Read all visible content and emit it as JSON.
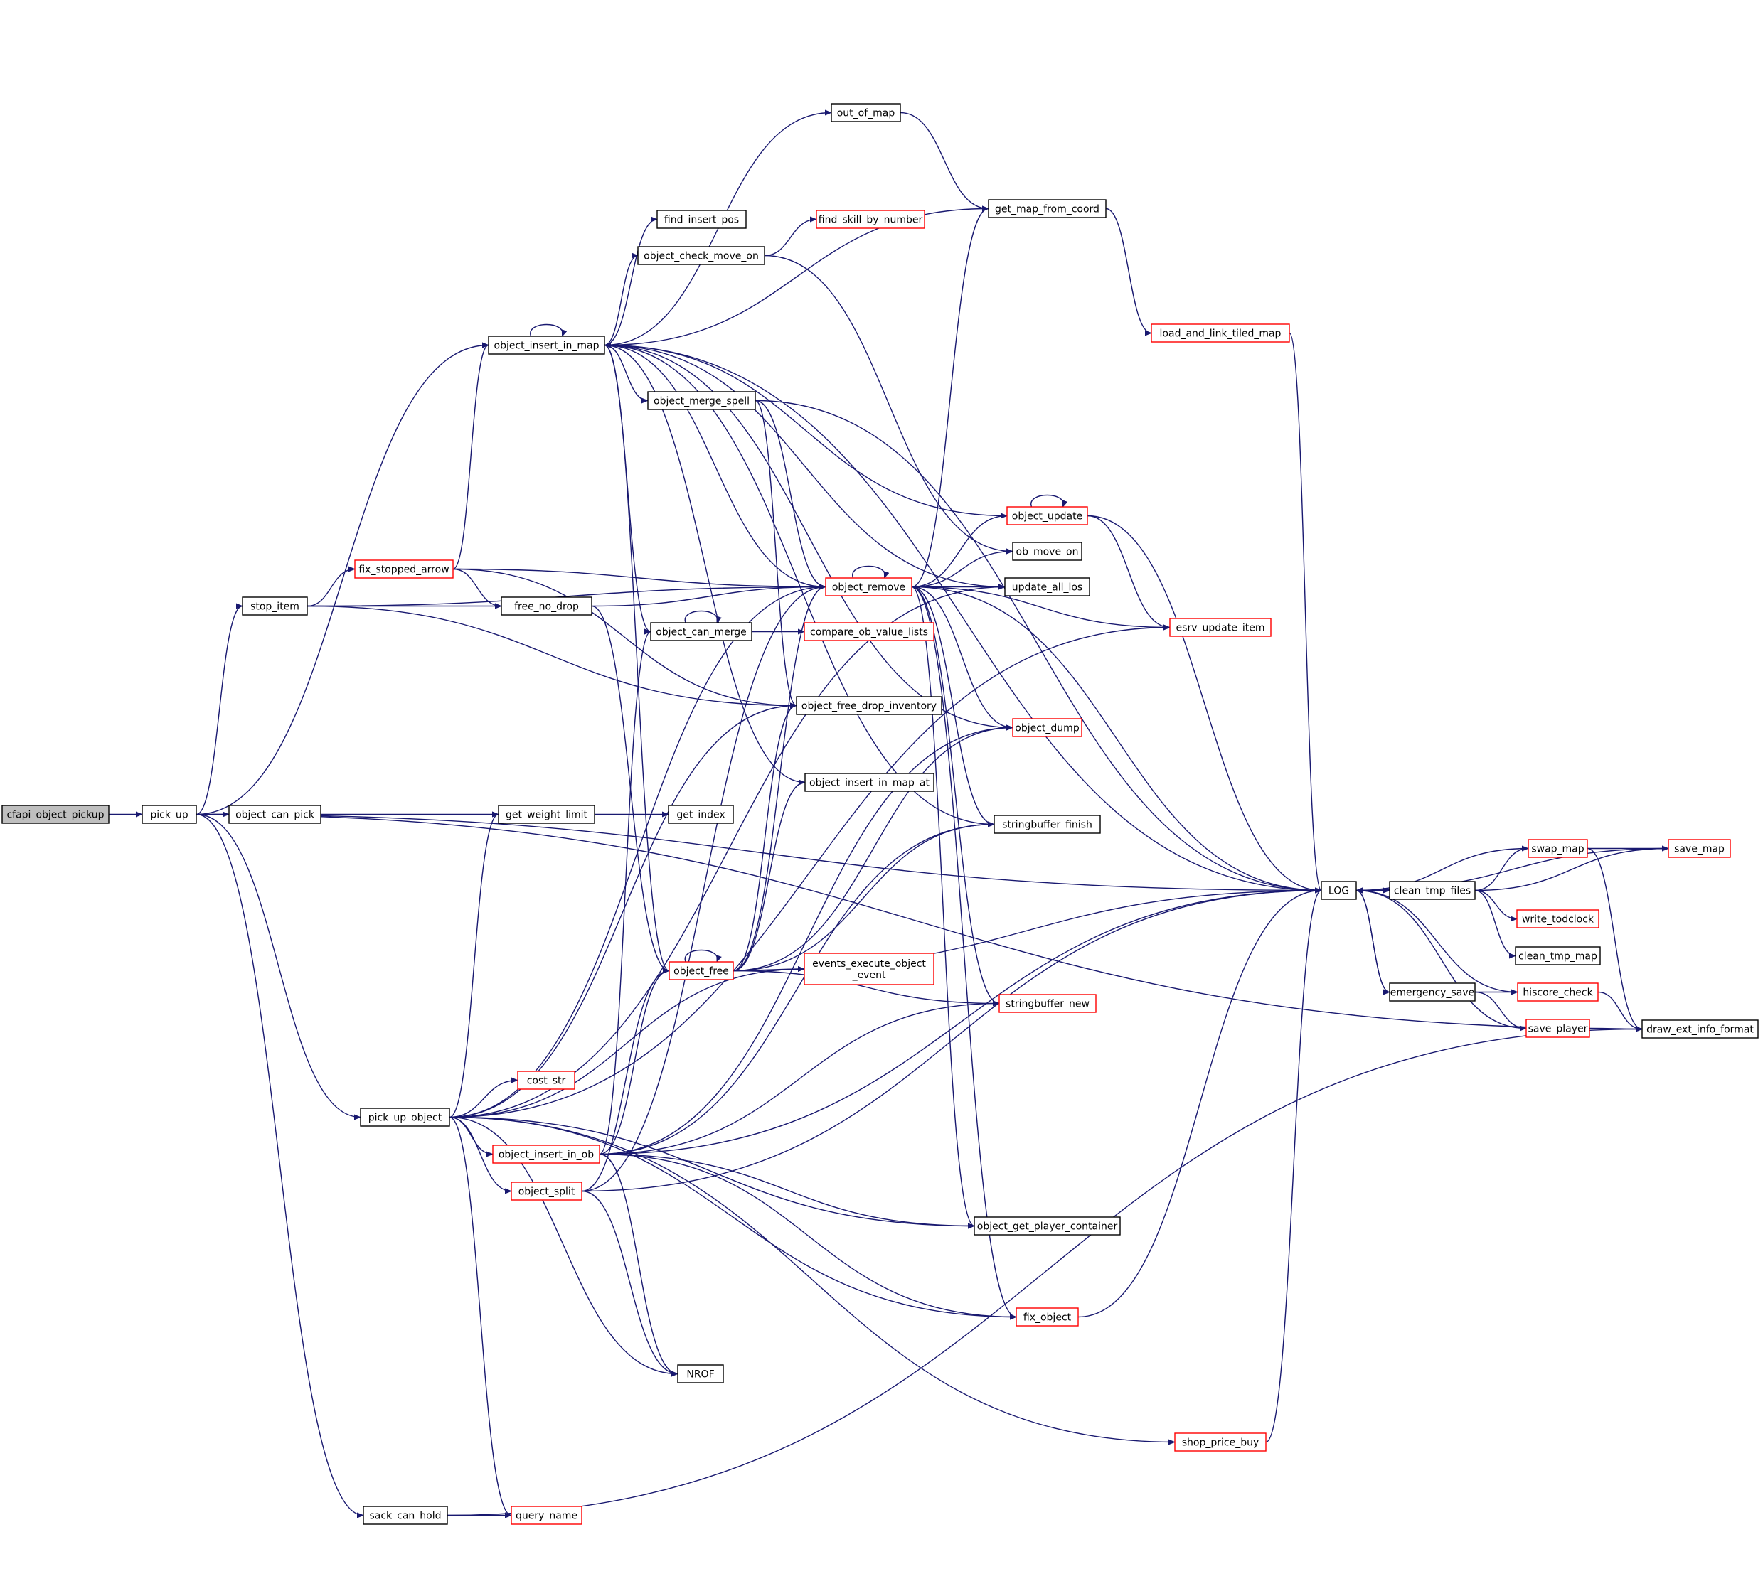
{
  "colors": {
    "edge": "#191970",
    "node_border_black": "#000000",
    "node_border_red": "#ff0000",
    "root_fill": "#bfbfbf",
    "node_fill": "#ffffff"
  },
  "nodes": [
    {
      "id": "cfapi_object_pickup",
      "label": "cfapi_object_pickup",
      "border": "black",
      "fill": "root"
    },
    {
      "id": "pick_up",
      "label": "pick_up",
      "border": "black"
    },
    {
      "id": "object_can_pick",
      "label": "object_can_pick",
      "border": "black"
    },
    {
      "id": "stop_item",
      "label": "stop_item",
      "border": "black"
    },
    {
      "id": "pick_up_object",
      "label": "pick_up_object",
      "border": "black"
    },
    {
      "id": "sack_can_hold",
      "label": "sack_can_hold",
      "border": "black"
    },
    {
      "id": "object_insert_in_map",
      "label": "object_insert_in_map",
      "border": "black"
    },
    {
      "id": "fix_stopped_arrow",
      "label": "fix_stopped_arrow",
      "border": "red"
    },
    {
      "id": "free_no_drop",
      "label": "free_no_drop",
      "border": "black"
    },
    {
      "id": "get_weight_limit",
      "label": "get_weight_limit",
      "border": "black"
    },
    {
      "id": "cost_str",
      "label": "cost_str",
      "border": "red"
    },
    {
      "id": "object_insert_in_ob",
      "label": "object_insert_in_ob",
      "border": "red"
    },
    {
      "id": "object_split",
      "label": "object_split",
      "border": "red"
    },
    {
      "id": "query_name",
      "label": "query_name",
      "border": "red"
    },
    {
      "id": "out_of_map",
      "label": "out_of_map",
      "border": "black"
    },
    {
      "id": "find_insert_pos",
      "label": "find_insert_pos",
      "border": "black"
    },
    {
      "id": "object_check_move_on",
      "label": "object_check_move_on",
      "border": "black"
    },
    {
      "id": "object_merge_spell",
      "label": "object_merge_spell",
      "border": "black"
    },
    {
      "id": "object_can_merge",
      "label": "object_can_merge",
      "border": "black"
    },
    {
      "id": "get_index",
      "label": "get_index",
      "border": "black"
    },
    {
      "id": "object_free",
      "label": "object_free",
      "border": "red"
    },
    {
      "id": "NROF",
      "label": "NROF",
      "border": "black"
    },
    {
      "id": "find_skill_by_number",
      "label": "find_skill_by_number",
      "border": "red"
    },
    {
      "id": "object_remove",
      "label": "object_remove",
      "border": "red"
    },
    {
      "id": "compare_ob_value_lists",
      "label": "compare_ob_value_lists",
      "border": "red"
    },
    {
      "id": "object_free_drop_inventory",
      "label": "object_free_drop_inventory",
      "border": "black"
    },
    {
      "id": "object_insert_in_map_at",
      "label": "object_insert_in_map_at",
      "border": "black"
    },
    {
      "id": "events_execute_object_event",
      "label": "events_execute_object\n_event",
      "border": "red"
    },
    {
      "id": "get_map_from_coord",
      "label": "get_map_from_coord",
      "border": "black"
    },
    {
      "id": "object_update",
      "label": "object_update",
      "border": "red"
    },
    {
      "id": "ob_move_on",
      "label": "ob_move_on",
      "border": "black"
    },
    {
      "id": "update_all_los",
      "label": "update_all_los",
      "border": "black"
    },
    {
      "id": "object_dump",
      "label": "object_dump",
      "border": "red"
    },
    {
      "id": "stringbuffer_finish",
      "label": "stringbuffer_finish",
      "border": "black"
    },
    {
      "id": "stringbuffer_new",
      "label": "stringbuffer_new",
      "border": "red"
    },
    {
      "id": "object_get_player_container",
      "label": "object_get_player_container",
      "border": "black"
    },
    {
      "id": "fix_object",
      "label": "fix_object",
      "border": "red"
    },
    {
      "id": "shop_price_buy",
      "label": "shop_price_buy",
      "border": "red"
    },
    {
      "id": "load_and_link_tiled_map",
      "label": "load_and_link_tiled_map",
      "border": "red"
    },
    {
      "id": "esrv_update_item",
      "label": "esrv_update_item",
      "border": "red"
    },
    {
      "id": "LOG",
      "label": "LOG",
      "border": "black"
    },
    {
      "id": "clean_tmp_files",
      "label": "clean_tmp_files",
      "border": "black"
    },
    {
      "id": "emergency_save",
      "label": "emergency_save",
      "border": "black"
    },
    {
      "id": "swap_map",
      "label": "swap_map",
      "border": "red"
    },
    {
      "id": "write_todclock",
      "label": "write_todclock",
      "border": "red"
    },
    {
      "id": "clean_tmp_map",
      "label": "clean_tmp_map",
      "border": "black"
    },
    {
      "id": "hiscore_check",
      "label": "hiscore_check",
      "border": "red"
    },
    {
      "id": "save_player",
      "label": "save_player",
      "border": "red"
    },
    {
      "id": "save_map",
      "label": "save_map",
      "border": "red"
    },
    {
      "id": "draw_ext_info_format",
      "label": "draw_ext_info_format",
      "border": "black"
    }
  ],
  "edges": [
    [
      "cfapi_object_pickup",
      "pick_up"
    ],
    [
      "pick_up",
      "object_can_pick"
    ],
    [
      "pick_up",
      "stop_item"
    ],
    [
      "pick_up",
      "pick_up_object"
    ],
    [
      "pick_up",
      "sack_can_hold"
    ],
    [
      "pick_up",
      "object_insert_in_map"
    ],
    [
      "pick_up",
      "LOG"
    ],
    [
      "pick_up",
      "draw_ext_info_format"
    ],
    [
      "object_can_pick",
      "get_weight_limit"
    ],
    [
      "stop_item",
      "fix_stopped_arrow"
    ],
    [
      "stop_item",
      "free_no_drop"
    ],
    [
      "stop_item",
      "object_remove"
    ],
    [
      "stop_item",
      "object_free_drop_inventory"
    ],
    [
      "fix_stopped_arrow",
      "object_insert_in_map"
    ],
    [
      "fix_stopped_arrow",
      "free_no_drop"
    ],
    [
      "fix_stopped_arrow",
      "object_remove"
    ],
    [
      "fix_stopped_arrow",
      "object_free_drop_inventory"
    ],
    [
      "free_no_drop",
      "object_remove"
    ],
    [
      "free_no_drop",
      "object_free"
    ],
    [
      "get_weight_limit",
      "get_index"
    ],
    [
      "pick_up_object",
      "get_weight_limit"
    ],
    [
      "pick_up_object",
      "cost_str"
    ],
    [
      "pick_up_object",
      "object_insert_in_ob"
    ],
    [
      "pick_up_object",
      "object_split"
    ],
    [
      "pick_up_object",
      "query_name"
    ],
    [
      "pick_up_object",
      "NROF"
    ],
    [
      "pick_up_object",
      "object_remove"
    ],
    [
      "pick_up_object",
      "object_free_drop_inventory"
    ],
    [
      "pick_up_object",
      "events_execute_object_event"
    ],
    [
      "pick_up_object",
      "update_all_los"
    ],
    [
      "pick_up_object",
      "esrv_update_item"
    ],
    [
      "pick_up_object",
      "object_get_player_container"
    ],
    [
      "pick_up_object",
      "fix_object"
    ],
    [
      "pick_up_object",
      "shop_price_buy"
    ],
    [
      "sack_can_hold",
      "query_name"
    ],
    [
      "sack_can_hold",
      "draw_ext_info_format"
    ],
    [
      "object_insert_in_map",
      "object_insert_in_map"
    ],
    [
      "object_insert_in_map",
      "out_of_map"
    ],
    [
      "object_insert_in_map",
      "find_insert_pos"
    ],
    [
      "object_insert_in_map",
      "object_check_move_on"
    ],
    [
      "object_insert_in_map",
      "object_merge_spell"
    ],
    [
      "object_insert_in_map",
      "object_can_merge"
    ],
    [
      "object_insert_in_map",
      "object_free"
    ],
    [
      "object_insert_in_map",
      "object_remove"
    ],
    [
      "object_insert_in_map",
      "get_map_from_coord"
    ],
    [
      "object_insert_in_map",
      "object_update"
    ],
    [
      "object_insert_in_map",
      "update_all_los"
    ],
    [
      "object_insert_in_map",
      "object_dump"
    ],
    [
      "object_insert_in_map",
      "stringbuffer_finish"
    ],
    [
      "object_insert_in_map",
      "LOG"
    ],
    [
      "object_check_move_on",
      "find_skill_by_number"
    ],
    [
      "object_check_move_on",
      "ob_move_on"
    ],
    [
      "object_merge_spell",
      "object_remove"
    ],
    [
      "object_merge_spell",
      "object_free_drop_inventory"
    ],
    [
      "object_merge_spell",
      "LOG"
    ],
    [
      "object_can_merge",
      "object_can_merge"
    ],
    [
      "object_can_merge",
      "compare_ob_value_lists"
    ],
    [
      "object_insert_in_ob",
      "object_can_merge"
    ],
    [
      "object_insert_in_ob",
      "object_free"
    ],
    [
      "object_insert_in_ob",
      "object_dump"
    ],
    [
      "object_insert_in_ob",
      "stringbuffer_finish"
    ],
    [
      "object_insert_in_ob",
      "stringbuffer_new"
    ],
    [
      "object_insert_in_ob",
      "object_get_player_container"
    ],
    [
      "object_insert_in_ob",
      "fix_object"
    ],
    [
      "object_insert_in_ob",
      "LOG"
    ],
    [
      "object_insert_in_ob",
      "NROF"
    ],
    [
      "object_split",
      "object_free"
    ],
    [
      "object_split",
      "object_remove"
    ],
    [
      "object_split",
      "NROF"
    ],
    [
      "object_split",
      "LOG"
    ],
    [
      "object_free",
      "object_free"
    ],
    [
      "object_free",
      "object_remove"
    ],
    [
      "object_free",
      "object_free_drop_inventory"
    ],
    [
      "object_free",
      "object_insert_in_map_at"
    ],
    [
      "object_free",
      "events_execute_object_event"
    ],
    [
      "object_free",
      "object_dump"
    ],
    [
      "object_free",
      "stringbuffer_finish"
    ],
    [
      "object_free",
      "stringbuffer_new"
    ],
    [
      "object_free",
      "LOG"
    ],
    [
      "object_insert_in_map_at",
      "object_insert_in_map"
    ],
    [
      "object_remove",
      "object_remove"
    ],
    [
      "object_remove",
      "get_map_from_coord"
    ],
    [
      "object_remove",
      "object_update"
    ],
    [
      "object_remove",
      "ob_move_on"
    ],
    [
      "object_remove",
      "update_all_los"
    ],
    [
      "object_remove",
      "esrv_update_item"
    ],
    [
      "object_remove",
      "object_dump"
    ],
    [
      "object_remove",
      "stringbuffer_finish"
    ],
    [
      "object_remove",
      "stringbuffer_new"
    ],
    [
      "object_remove",
      "object_get_player_container"
    ],
    [
      "object_remove",
      "fix_object"
    ],
    [
      "object_remove",
      "LOG"
    ],
    [
      "out_of_map",
      "get_map_from_coord"
    ],
    [
      "get_map_from_coord",
      "load_and_link_tiled_map"
    ],
    [
      "load_and_link_tiled_map",
      "LOG"
    ],
    [
      "object_update",
      "object_update"
    ],
    [
      "object_update",
      "esrv_update_item"
    ],
    [
      "object_update",
      "LOG"
    ],
    [
      "fix_object",
      "LOG"
    ],
    [
      "shop_price_buy",
      "LOG"
    ],
    [
      "LOG",
      "clean_tmp_files"
    ],
    [
      "LOG",
      "emergency_save"
    ],
    [
      "clean_tmp_files",
      "swap_map"
    ],
    [
      "clean_tmp_files",
      "save_map"
    ],
    [
      "clean_tmp_files",
      "write_todclock"
    ],
    [
      "clean_tmp_files",
      "clean_tmp_map"
    ],
    [
      "emergency_save",
      "LOG"
    ],
    [
      "emergency_save",
      "hiscore_check"
    ],
    [
      "emergency_save",
      "save_player"
    ],
    [
      "swap_map",
      "LOG"
    ],
    [
      "swap_map",
      "save_map"
    ],
    [
      "swap_map",
      "draw_ext_info_format"
    ],
    [
      "save_map",
      "LOG"
    ],
    [
      "hiscore_check",
      "LOG"
    ],
    [
      "hiscore_check",
      "draw_ext_info_format"
    ],
    [
      "save_player",
      "LOG"
    ],
    [
      "save_player",
      "draw_ext_info_format"
    ]
  ]
}
